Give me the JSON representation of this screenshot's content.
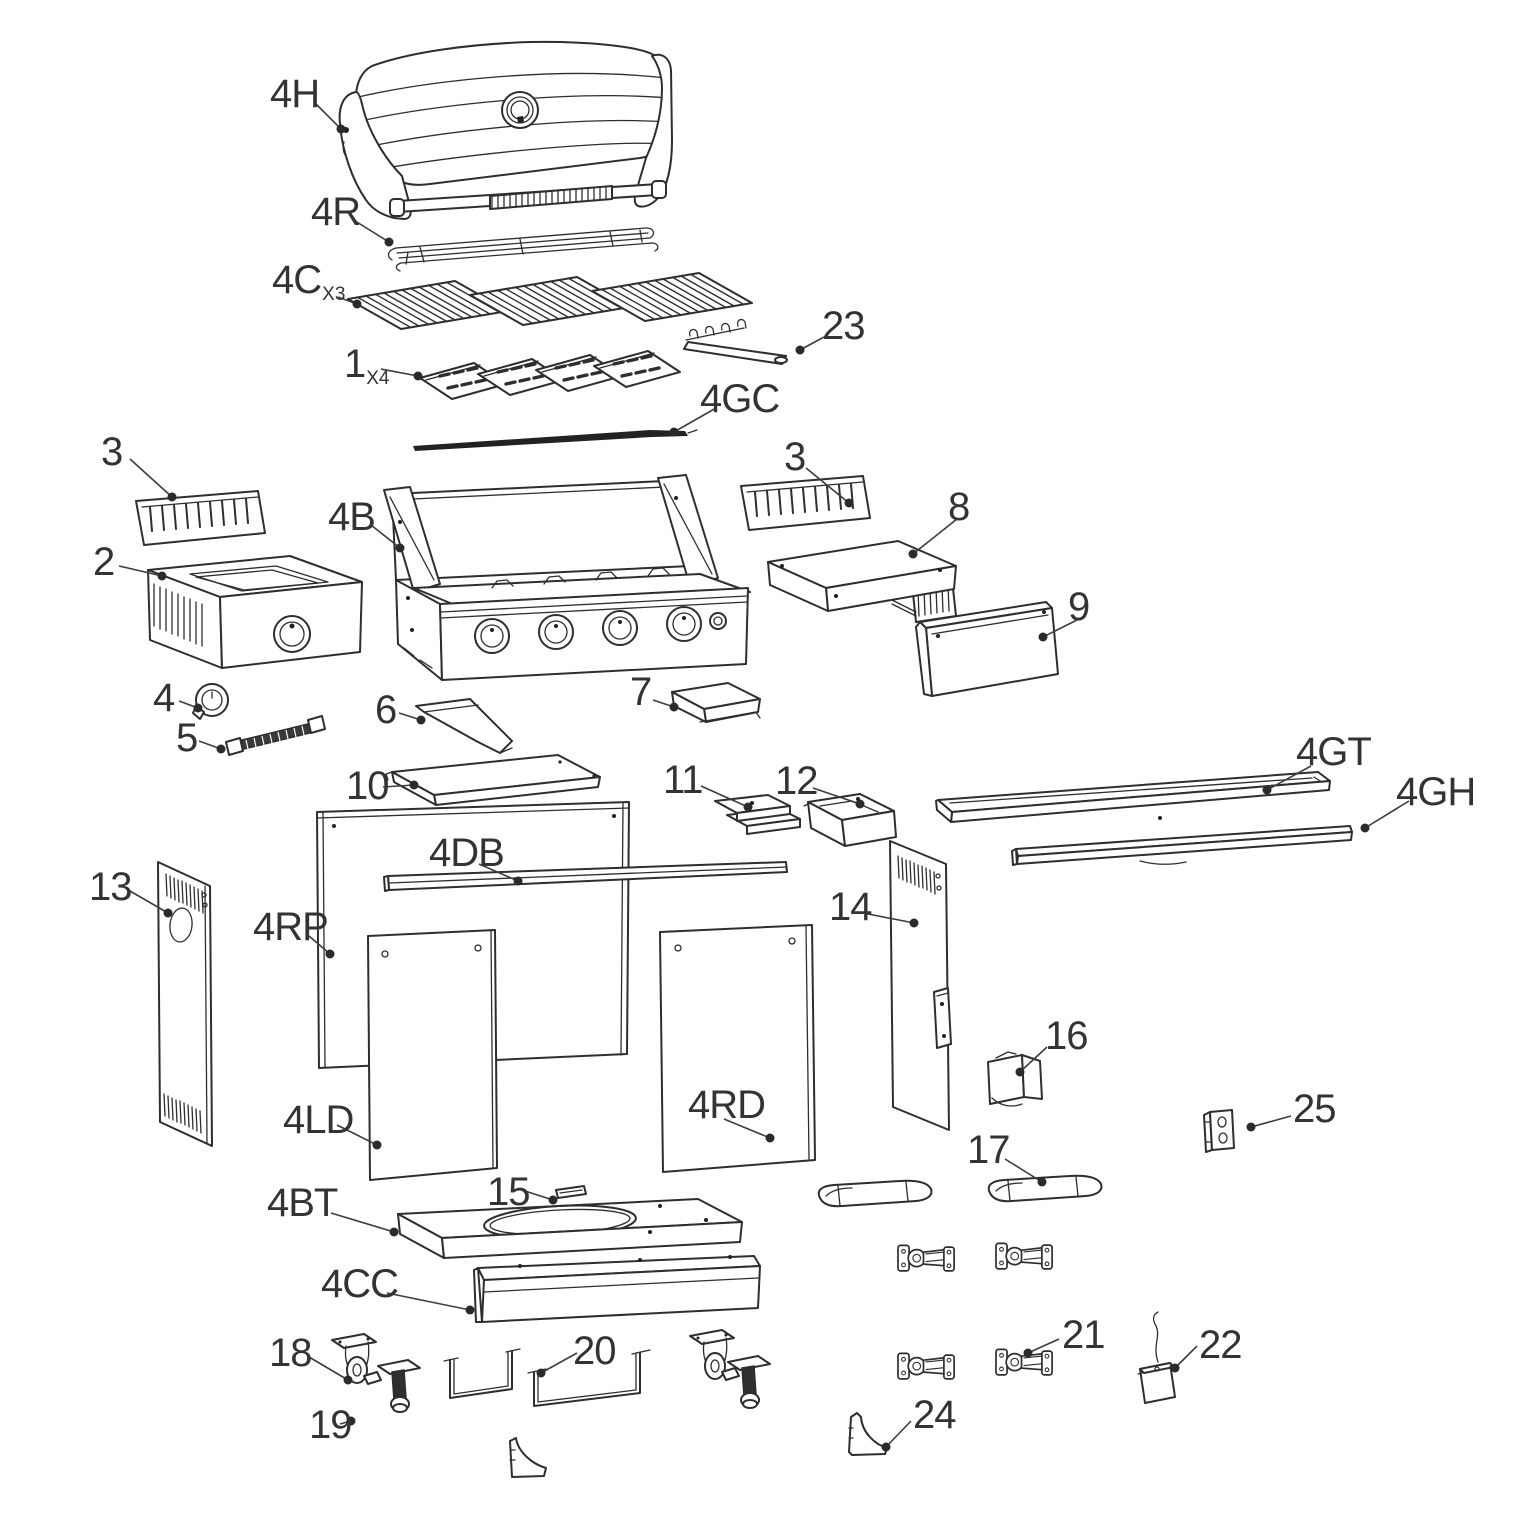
{
  "colors": {
    "background": "#ffffff",
    "line": "#2e2e2e",
    "label": "#333333"
  },
  "parts": {
    "4H": {
      "label": "4H"
    },
    "4R": {
      "label": "4R"
    },
    "4C": {
      "label": "4C",
      "qty": "X3"
    },
    "1": {
      "label": "1",
      "qty": "X4"
    },
    "23": {
      "label": "23"
    },
    "4GC": {
      "label": "4GC"
    },
    "3": {
      "label": "3"
    },
    "2": {
      "label": "2"
    },
    "4B": {
      "label": "4B"
    },
    "8": {
      "label": "8"
    },
    "9": {
      "label": "9"
    },
    "4": {
      "label": "4"
    },
    "5": {
      "label": "5"
    },
    "6": {
      "label": "6"
    },
    "7": {
      "label": "7"
    },
    "10": {
      "label": "10"
    },
    "11": {
      "label": "11"
    },
    "12": {
      "label": "12"
    },
    "4GT": {
      "label": "4GT"
    },
    "4GH": {
      "label": "4GH"
    },
    "13": {
      "label": "13"
    },
    "4DB": {
      "label": "4DB"
    },
    "4RP": {
      "label": "4RP"
    },
    "14": {
      "label": "14"
    },
    "4LD": {
      "label": "4LD"
    },
    "4RD": {
      "label": "4RD"
    },
    "15": {
      "label": "15"
    },
    "16": {
      "label": "16"
    },
    "17": {
      "label": "17"
    },
    "25": {
      "label": "25"
    },
    "4BT": {
      "label": "4BT"
    },
    "4CC": {
      "label": "4CC"
    },
    "18": {
      "label": "18"
    },
    "19": {
      "label": "19"
    },
    "20": {
      "label": "20"
    },
    "21": {
      "label": "21"
    },
    "22": {
      "label": "22"
    },
    "24": {
      "label": "24"
    }
  }
}
